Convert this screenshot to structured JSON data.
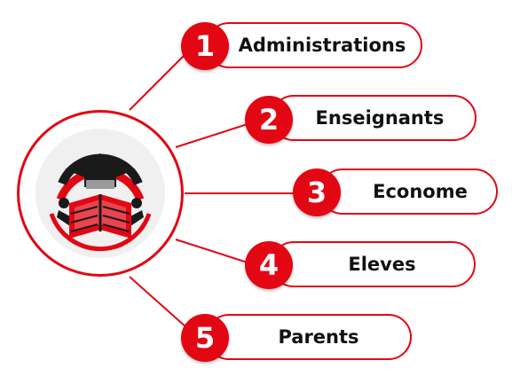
{
  "colors": {
    "accent": "#e30613",
    "text": "#111111",
    "logo_dark": "#1a1a1a",
    "logo_gray": "#f0f0f0"
  },
  "hub": {
    "logo_icon": "graduation-book-logo-icon"
  },
  "items": [
    {
      "number": "1",
      "label": "Administrations"
    },
    {
      "number": "2",
      "label": "Enseignants"
    },
    {
      "number": "3",
      "label": "Econome"
    },
    {
      "number": "4",
      "label": "Eleves"
    },
    {
      "number": "5",
      "label": "Parents"
    }
  ]
}
